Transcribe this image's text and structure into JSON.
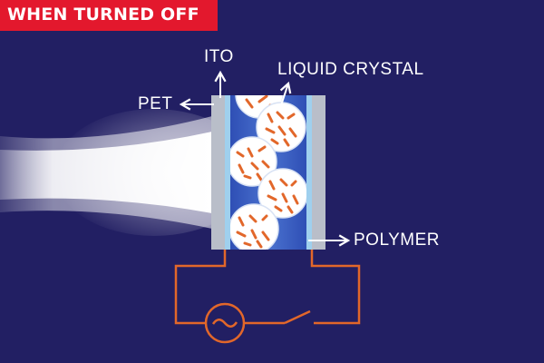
{
  "banner": {
    "text": "WHEN TURNED OFF"
  },
  "labels": {
    "ito": "ITO",
    "liquid_crystal": "LIQUID CRYSTAL",
    "pet": "PET",
    "polymer": "POLYMER"
  },
  "icons": {
    "power_source": "ac-source-icon",
    "switch": "open-switch-icon"
  },
  "colors": {
    "background": "#221f63",
    "banner": "#e3182d",
    "circuit_wire": "#e2672a",
    "liquid_crystal": "#e2672a",
    "pet_layer": "#b9bec9",
    "ito_layer": "#9fd0ee",
    "cell": "#3d63c3",
    "light_beam": "#ffffff"
  }
}
